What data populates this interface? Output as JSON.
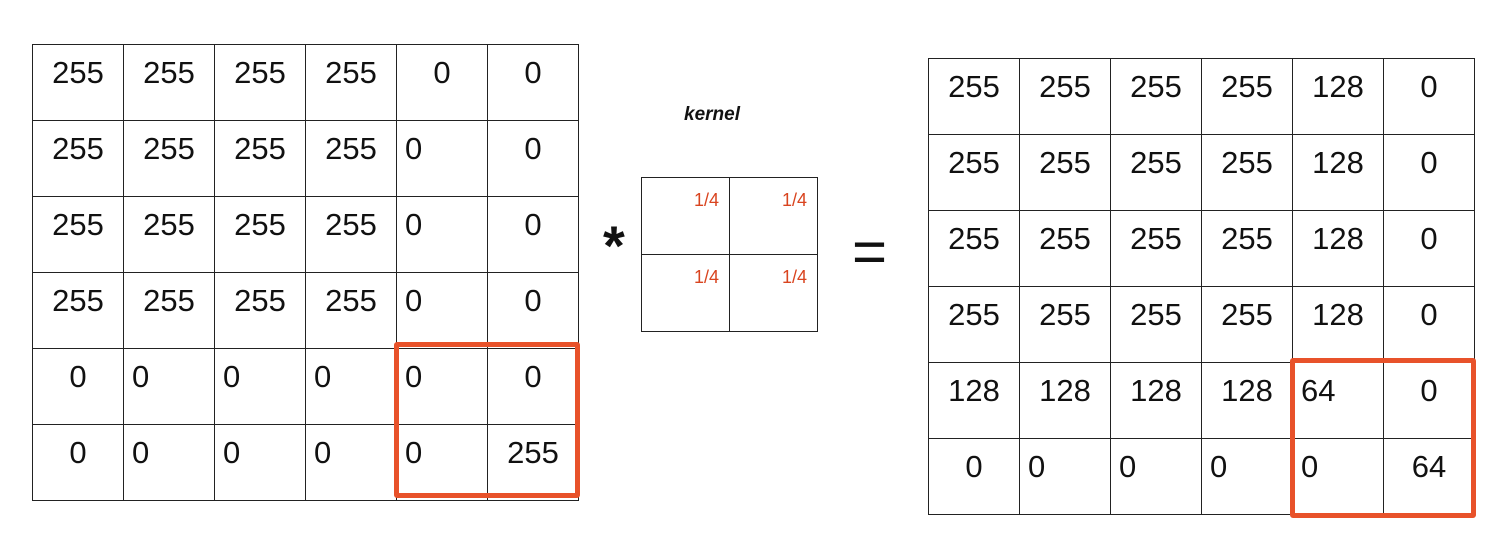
{
  "input_matrix": [
    [
      "255",
      "255",
      "255",
      "255",
      "0",
      "0"
    ],
    [
      "255",
      "255",
      "255",
      "255",
      "0",
      "0"
    ],
    [
      "255",
      "255",
      "255",
      "255",
      "0",
      "0"
    ],
    [
      "255",
      "255",
      "255",
      "255",
      "0",
      "0"
    ],
    [
      "0",
      "0",
      "0",
      "0",
      "0",
      "0"
    ],
    [
      "0",
      "0",
      "0",
      "0",
      "0",
      "255"
    ]
  ],
  "kernel": {
    "label": "kernel",
    "values": [
      [
        "1/4",
        "1/4"
      ],
      [
        "1/4",
        "1/4"
      ]
    ],
    "color": "#d9441f"
  },
  "operators": {
    "convolve": "*",
    "equals": "="
  },
  "output_matrix": [
    [
      "255",
      "255",
      "255",
      "255",
      "128",
      "0"
    ],
    [
      "255",
      "255",
      "255",
      "255",
      "128",
      "0"
    ],
    [
      "255",
      "255",
      "255",
      "255",
      "128",
      "0"
    ],
    [
      "255",
      "255",
      "255",
      "255",
      "128",
      "0"
    ],
    [
      "128",
      "128",
      "128",
      "128",
      "64",
      "0"
    ],
    [
      "0",
      "0",
      "0",
      "0",
      "0",
      "64"
    ]
  ],
  "highlight_color": "#e8522a"
}
